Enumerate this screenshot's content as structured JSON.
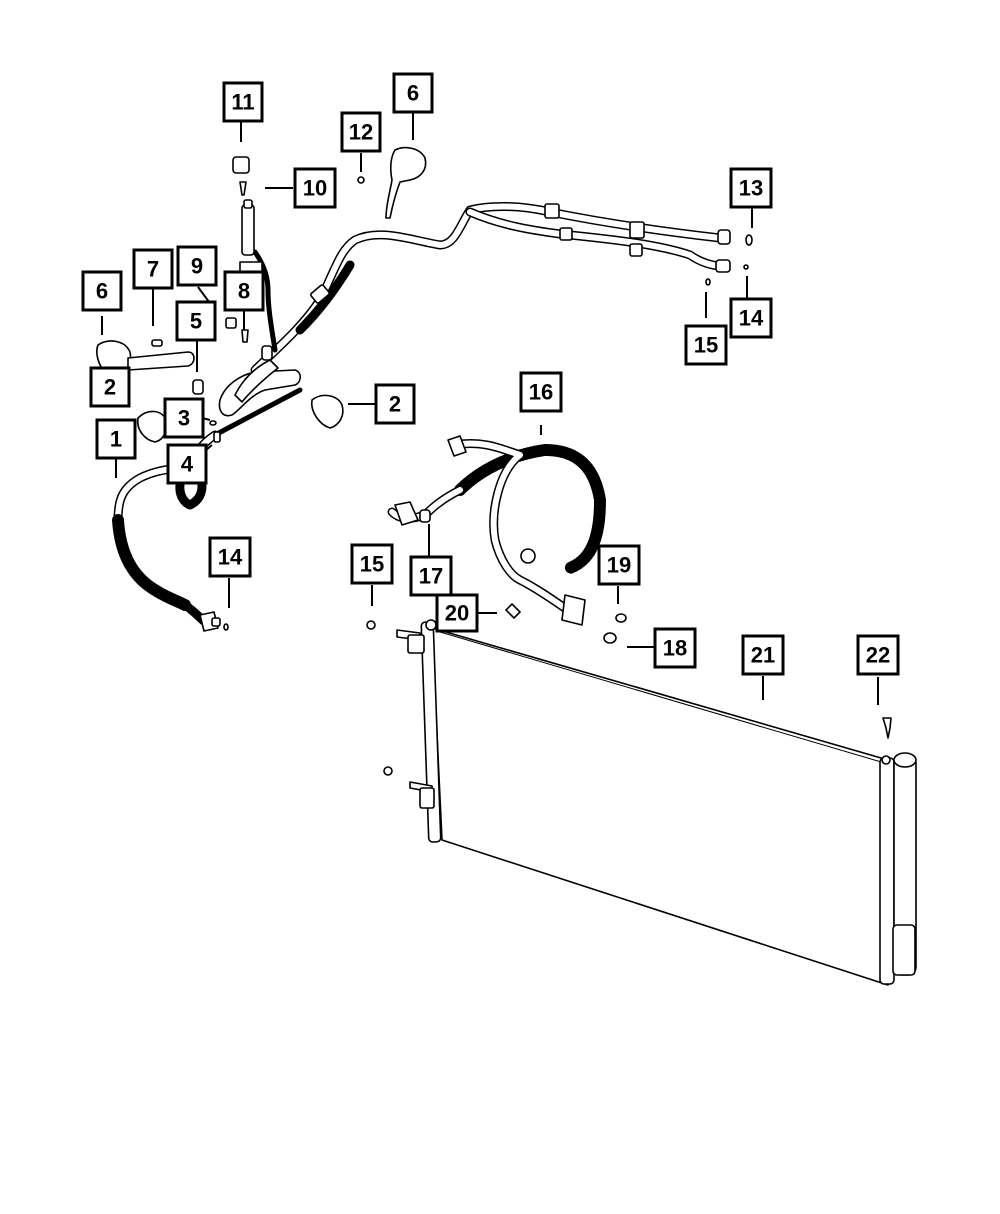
{
  "diagram": {
    "type": "exploded parts diagram",
    "subject": "A/C refrigerant lines and condenser",
    "callouts": [
      {
        "id": "c1",
        "label": "1",
        "part": "liquid-line-hose"
      },
      {
        "id": "c2a",
        "label": "2",
        "part": "clamp"
      },
      {
        "id": "c2b",
        "label": "2",
        "part": "clamp"
      },
      {
        "id": "c3",
        "label": "3",
        "part": "o-ring"
      },
      {
        "id": "c4",
        "label": "4",
        "part": "service-port"
      },
      {
        "id": "c5",
        "label": "5",
        "part": "pressure-transducer"
      },
      {
        "id": "c6a",
        "label": "6",
        "part": "bracket-clamp"
      },
      {
        "id": "c6b",
        "label": "6",
        "part": "bracket-clamp"
      },
      {
        "id": "c7",
        "label": "7",
        "part": "bolt"
      },
      {
        "id": "c8",
        "label": "8",
        "part": "valve-core"
      },
      {
        "id": "c9",
        "label": "9",
        "part": "cap"
      },
      {
        "id": "c10",
        "label": "10",
        "part": "valve-core"
      },
      {
        "id": "c11",
        "label": "11",
        "part": "cap"
      },
      {
        "id": "c12",
        "label": "12",
        "part": "nut"
      },
      {
        "id": "c13",
        "label": "13",
        "part": "o-ring"
      },
      {
        "id": "c14a",
        "label": "14",
        "part": "o-ring"
      },
      {
        "id": "c14b",
        "label": "14",
        "part": "o-ring"
      },
      {
        "id": "c15a",
        "label": "15",
        "part": "nut"
      },
      {
        "id": "c15b",
        "label": "15",
        "part": "nut"
      },
      {
        "id": "c16",
        "label": "16",
        "part": "discharge-line-hose"
      },
      {
        "id": "c17",
        "label": "17",
        "part": "fitting"
      },
      {
        "id": "c18",
        "label": "18",
        "part": "o-ring"
      },
      {
        "id": "c19",
        "label": "19",
        "part": "o-ring"
      },
      {
        "id": "c20",
        "label": "20",
        "part": "bolt"
      },
      {
        "id": "c21",
        "label": "21",
        "part": "condenser"
      },
      {
        "id": "c22",
        "label": "22",
        "part": "screw"
      }
    ]
  }
}
